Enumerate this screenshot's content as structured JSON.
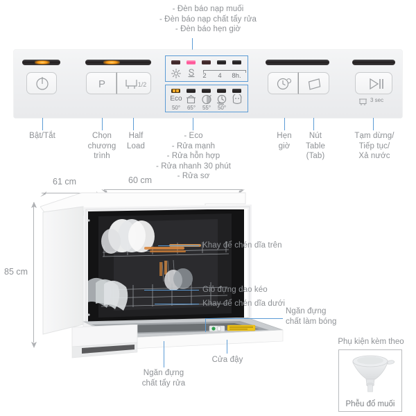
{
  "annotations": {
    "top_indicators": "- Đèn báo nạp muối\n- Đèn báo nạp chất tẩy rửa\n- Đèn báo hẹn giờ",
    "power": "Bật/Tắt",
    "program": "Chọn\nchương\ntrình",
    "half_load": "Half\nLoad",
    "programs_list": "- Eco\n- Rửa mạnh\n- Rửa hỗn hợp\n- Rửa nhanh 30 phút\n- Rửa sơ",
    "delay": "Hẹn\ngiờ",
    "tab_button": "Nút\nTable\n(Tab)",
    "start_pause": "Tạm dừng/\nTiếp tục/\nXả nước",
    "upper_basket": "Khay để chén dĩa trên",
    "cutlery_basket": "Giỏ đựng dao kéo",
    "lower_basket": "Khay để chén dĩa dưới",
    "rinse_aid": "Ngăn đựng\nchất làm bóng",
    "detergent": "Ngăn đựng\nchất tẩy rửa",
    "door": "Cửa đậy"
  },
  "dimensions": {
    "depth": "61 cm",
    "width": "60 cm",
    "height": "85 cm"
  },
  "control_panel": {
    "buttons": {
      "power_icon": "power-icon",
      "program_icon": "P",
      "half_load_icon": "half-load-icon",
      "half_load_sub": "1/2",
      "delay_icon": "clock-icon",
      "tab_icon": "tab-icon",
      "start_icon": "play-pause-icon",
      "drain_hint": "3 sec"
    },
    "status_row": {
      "labels": [
        "salt-icon",
        "rinse-aid-icon",
        "2",
        "4",
        "8h."
      ],
      "delay_marks": [
        "2",
        "4",
        "8h."
      ]
    },
    "program_row": {
      "labels": [
        "Eco",
        "pot-icon",
        "half-moon-icon",
        "fast-icon",
        "prewash-icon"
      ],
      "temps": [
        "50°",
        "65°",
        "55°",
        "50°"
      ]
    }
  },
  "accessory": {
    "caption": "Phụ kiện kèm theo",
    "item_label": "Phễu đổ muối"
  },
  "colors": {
    "leader_line": "#5b9bd5",
    "text": "#8e9195",
    "led_amber": "#ff9b10",
    "led_pink": "#ff4f93",
    "panel_bg": "#eeeff1"
  }
}
